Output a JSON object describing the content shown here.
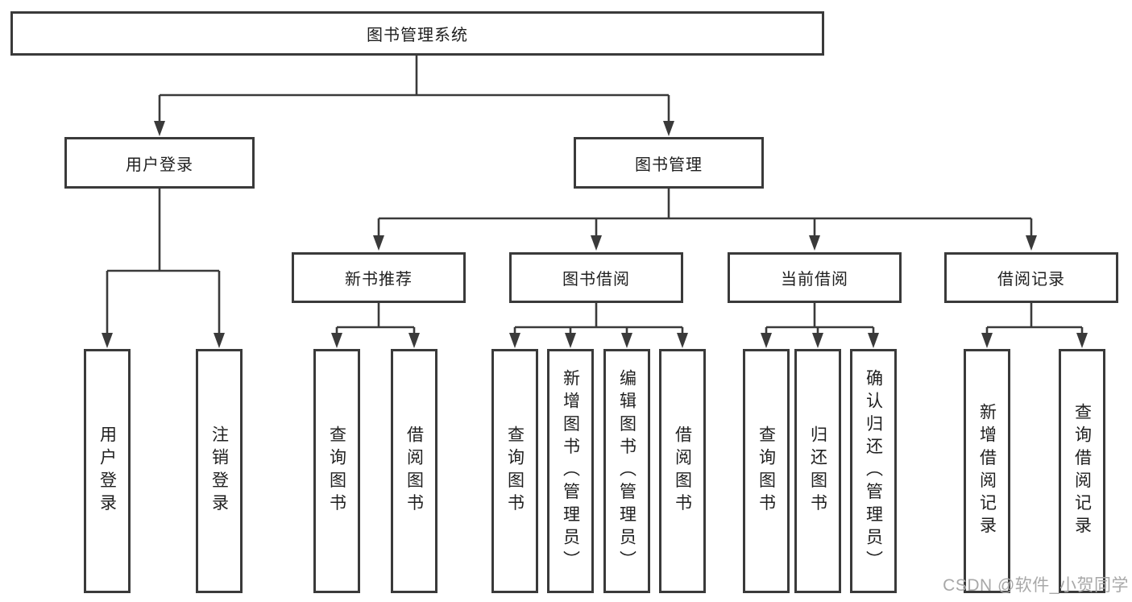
{
  "tree": {
    "label": "图书管理系统",
    "children": [
      {
        "label": "用户登录",
        "children": [
          {
            "label": "用户登录"
          },
          {
            "label": "注销登录"
          }
        ]
      },
      {
        "label": "图书管理",
        "children": [
          {
            "label": "新书推荐",
            "children": [
              {
                "label": "查询图书"
              },
              {
                "label": "借阅图书"
              }
            ]
          },
          {
            "label": "图书借阅",
            "children": [
              {
                "label": "查询图书"
              },
              {
                "label": "新增图书（管理员）"
              },
              {
                "label": "编辑图书（管理员）"
              },
              {
                "label": "借阅图书"
              }
            ]
          },
          {
            "label": "当前借阅",
            "children": [
              {
                "label": "查询图书"
              },
              {
                "label": "归还图书"
              },
              {
                "label": "确认归还（管理员）"
              }
            ]
          },
          {
            "label": "借阅记录",
            "children": [
              {
                "label": "新增借阅记录"
              },
              {
                "label": "查询借阅记录"
              }
            ]
          }
        ]
      }
    ]
  },
  "watermark": {
    "text": "CSDN @软件_小贺同学"
  },
  "colors": {
    "line": "#3a3a3a",
    "text": "#1f1f1f",
    "watermark": "#a8a8a8",
    "background": "#ffffff"
  }
}
